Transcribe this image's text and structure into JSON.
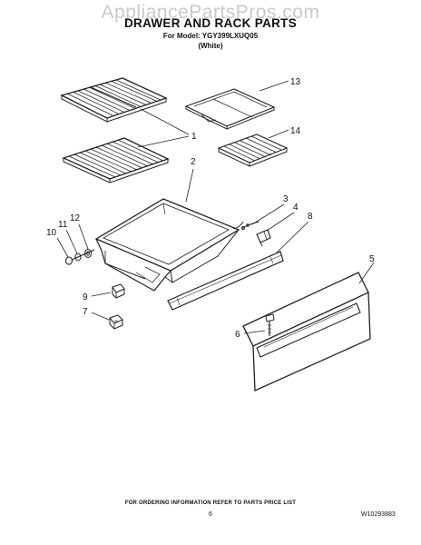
{
  "watermark": "AppliancePartsPros.com",
  "header": {
    "title": "DRAWER AND RACK PARTS",
    "model_line": "For Model: YGY399LXUQ05",
    "color_line": "(White)"
  },
  "callouts": [
    "1",
    "2",
    "3",
    "4",
    "5",
    "6",
    "7",
    "8",
    "9",
    "10",
    "11",
    "12",
    "13",
    "14"
  ],
  "footer": {
    "note": "FOR ORDERING INFORMATION REFER TO PARTS PRICE LIST",
    "page_number": "6",
    "doc_number": "W10293883"
  }
}
